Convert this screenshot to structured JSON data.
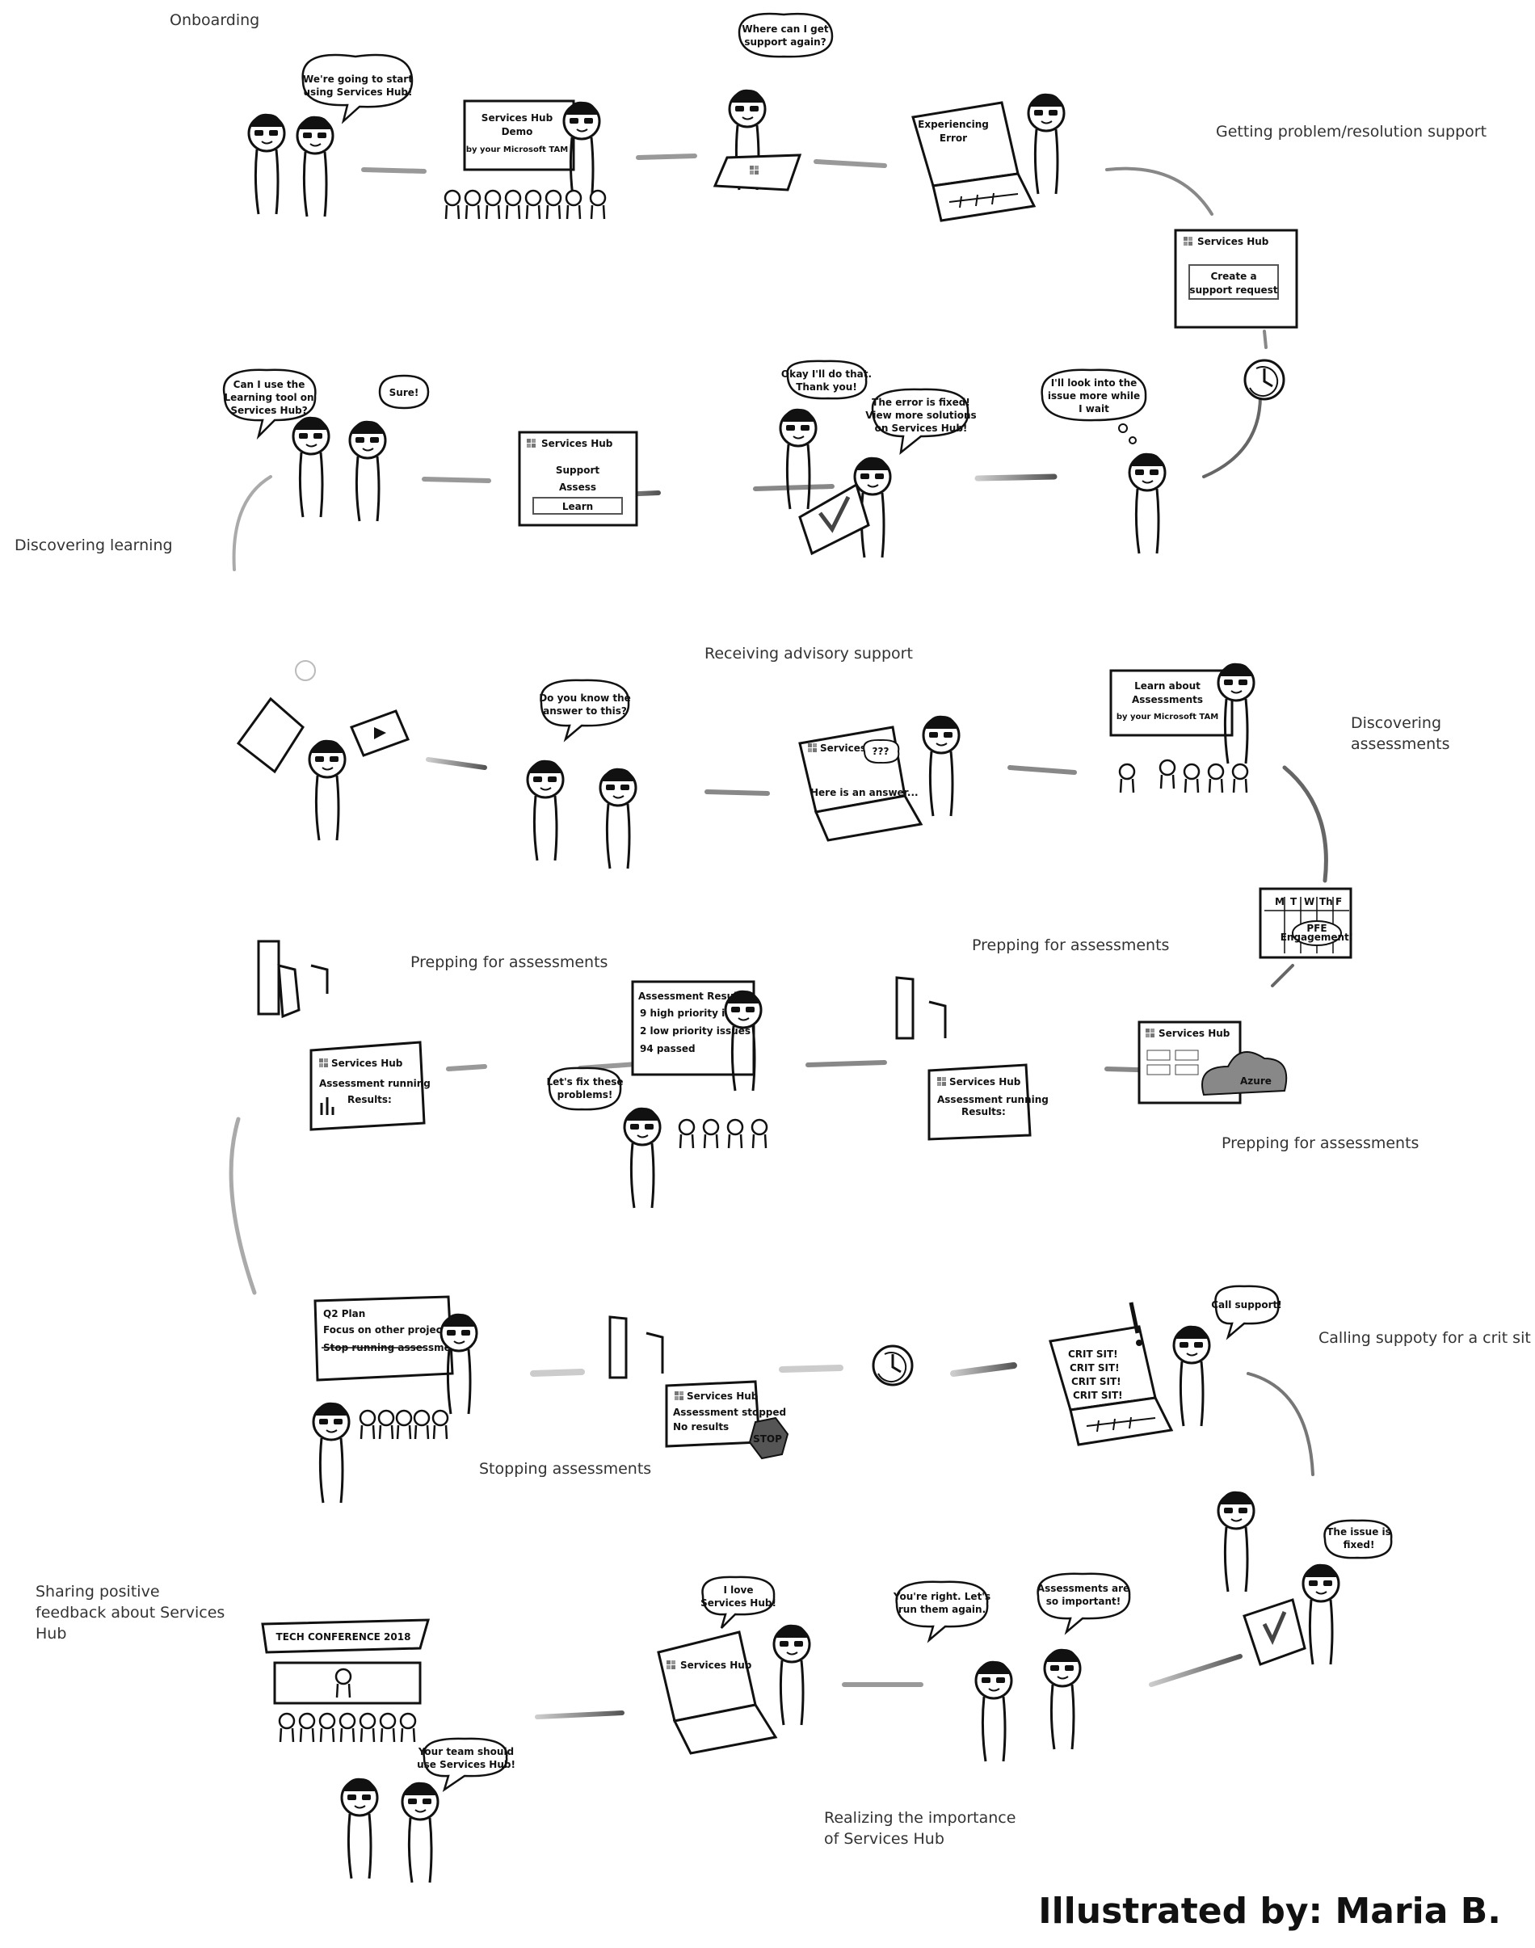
{
  "stages": {
    "onboarding": "Onboarding",
    "problem_support": "Getting problem/resolution support",
    "discovering_learning": "Discovering learning",
    "advisory_support": "Receiving advisory support",
    "discovering_assessments": "Discovering assessments",
    "prepping_1": "Prepping for assessments",
    "prepping_2": "Prepping for assessments",
    "prepping_3": "Prepping for assessments",
    "calling_support": "Calling suppoty for a crit sit",
    "stopping_assessments": "Stopping assessments",
    "sharing_feedback": "Sharing positive feedback about Services Hub",
    "realizing_importance": "Realizing the importance of Services Hub"
  },
  "bubbles": {
    "start_using": [
      "We're going to start",
      "using Services Hub!"
    ],
    "where_support": [
      "Where can I get",
      "support again?"
    ],
    "look_into": [
      "I'll look into the",
      "issue more while",
      "I wait"
    ],
    "okay_do_that": [
      "Okay I'll do that.",
      "Thank you!"
    ],
    "error_fixed": [
      "The error is fixed!",
      "View more solutions",
      "on Services Hub!"
    ],
    "can_i_use": [
      "Can I use the",
      "Learning tool on",
      "Services Hub?"
    ],
    "sure": [
      "Sure!"
    ],
    "know_answer": [
      "Do you know the",
      "answer to this?"
    ],
    "qqq": [
      "???"
    ],
    "lets_fix": [
      "Let's fix these",
      "problems!"
    ],
    "call_support": [
      "Call support!"
    ],
    "issue_fixed": [
      "The issue is",
      "fixed!"
    ],
    "youre_right": [
      "You're right. Let's",
      "run them again."
    ],
    "assess_important": [
      "Assessments are",
      "so important!"
    ],
    "i_love": [
      "I love",
      "Services Hub!"
    ],
    "your_team": [
      "Your team should",
      "use Services Hub!"
    ]
  },
  "screens": {
    "demo": [
      "Services Hub",
      "Demo",
      "by your Microsoft TAM"
    ],
    "experiencing_error": [
      "Experiencing",
      "Error"
    ],
    "create_request": {
      "brand": "Services Hub",
      "button": [
        "Create a",
        "support request"
      ]
    },
    "learn_menu": {
      "brand": "Services Hub",
      "items": [
        "Support",
        "Assess",
        "Learn"
      ]
    },
    "advisory_laptop": {
      "brand": "Services Hub",
      "msg": "Here is an answer..."
    },
    "learn_assessments": [
      "Learn about",
      "Assessments",
      "by your Microsoft TAM"
    ],
    "calendar": {
      "days": [
        "M",
        "T",
        "W",
        "Th",
        "F"
      ],
      "event": [
        "PFE",
        "Engagement!"
      ]
    },
    "azure_panel": {
      "brand": "Services Hub",
      "cloud": "Azure"
    },
    "assessment_running_1": {
      "brand": "Services Hub",
      "status": "Assessment running",
      "results": "Results:"
    },
    "assessment_running_2": {
      "brand": "Services Hub",
      "status": "Assessment running",
      "results": "Results:"
    },
    "assessment_results": {
      "title": "Assessment Results",
      "lines": [
        "9 high priority issues",
        "2 low priority issues",
        "94 passed"
      ]
    },
    "q2_plan": {
      "title": "Q2 Plan",
      "lines": [
        "Focus on other projects",
        "Stop running assessments"
      ]
    },
    "assessment_stopped": {
      "brand": "Services Hub",
      "lines": [
        "Assessment stopped",
        "No results"
      ],
      "stop": "STOP"
    },
    "crit_sit": [
      "CRIT SIT!",
      "CRIT SIT!",
      "CRIT SIT!",
      "CRIT SIT!"
    ],
    "love_laptop": {
      "brand": "Services Hub"
    },
    "conference": {
      "banner": "TECH CONFERENCE 2018"
    }
  },
  "credit": "Illustrated by: Maria B.",
  "colors": {
    "ink": "#111111",
    "arrow": "#777777",
    "screen_fill": "#ffffff"
  }
}
